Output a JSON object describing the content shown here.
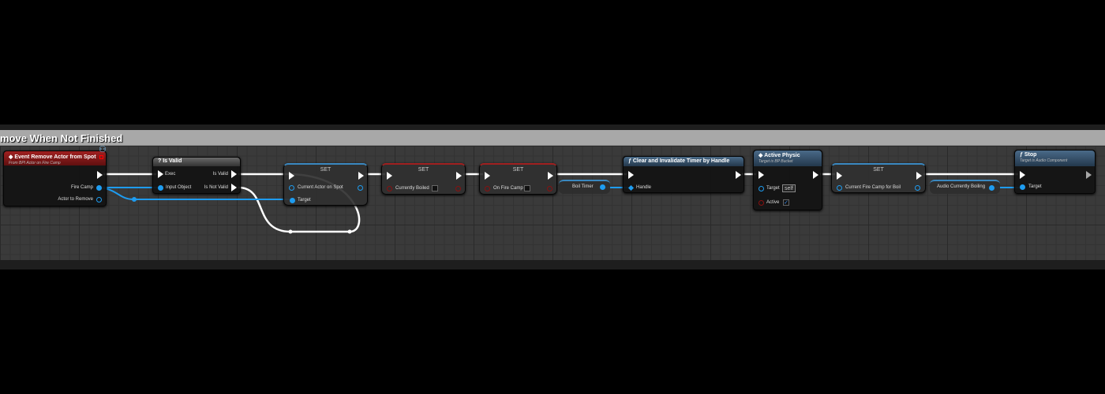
{
  "comment": {
    "title": "move When Not Finished"
  },
  "event": {
    "title": "Event Remove Actor from Spot",
    "subtitle": "From BPI Actor on Fire Camp",
    "pins": [
      "Fire Camp",
      "Actor to Remove"
    ]
  },
  "is_valid": {
    "title": "Is Valid",
    "inputs": [
      "Exec",
      "Input Object"
    ],
    "outputs": [
      "Is Valid",
      "Is Not Valid"
    ]
  },
  "set1": {
    "title": "SET",
    "pins": [
      "Current Actor on Spot",
      "Target"
    ]
  },
  "set2": {
    "title": "SET",
    "pins": [
      "Currently Boiled"
    ],
    "value": false
  },
  "set3": {
    "title": "SET",
    "pins": [
      "On Fire Camp"
    ],
    "value": false
  },
  "boil_timer": {
    "label": "Boil Timer"
  },
  "clear_timer": {
    "title": "Clear and Invalidate Timer by Handle",
    "pins": [
      "Handle"
    ]
  },
  "active_physic": {
    "title": "Active Physic",
    "subtitle": "Target is BP Bucket",
    "pins": [
      "Target",
      "Active"
    ],
    "target_value": "self",
    "active_value": true
  },
  "set4": {
    "title": "SET",
    "pins": [
      "Current Fire Camp for Boil"
    ]
  },
  "audio_var": {
    "label": "Audio Currently Boiling"
  },
  "stop": {
    "title": "Stop",
    "subtitle": "Target is Audio Component",
    "pins": [
      "Target"
    ]
  },
  "colors": {
    "exec": "#ffffff",
    "object": "#1e9cf0",
    "bool": "#8a1010",
    "event_header": "#a02020",
    "function_header": "#4a6a88"
  }
}
